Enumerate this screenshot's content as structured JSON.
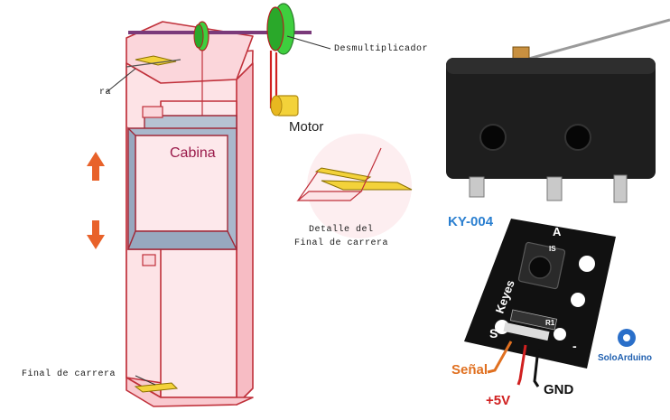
{
  "elevator": {
    "label_ra": "ra",
    "label_desmultiplicador": "Desmultiplicador",
    "label_motor": "Motor",
    "label_cabina": "Cabina",
    "label_detalle_1": "Detalle del",
    "label_detalle_2": "Final de carrera",
    "label_final_carrera": "Final de carrera"
  },
  "module": {
    "title": "KY-004",
    "silk_keyes": "Keyes",
    "silk_a": "A",
    "silk_s": "S",
    "silk_minus": "-",
    "silk_is": "IS",
    "silk_r1": "R1",
    "pin_signal": "Señal",
    "pin_vcc": "+5V",
    "pin_gnd": "GND",
    "brand": "SoloArduino"
  },
  "colors": {
    "shaft_pink": "#fde3e6",
    "shaft_outline": "#c0303a",
    "cabin_blue": "#a9b8cc",
    "pulley_green": "#3ecf3e",
    "motor_yellow": "#f3d23a",
    "arrow_orange": "#e8622a",
    "switch_black": "#1e1e1e",
    "pcb_black": "#111111",
    "wire_orange": "#e07020",
    "wire_red": "#d02020",
    "wire_black": "#111111"
  }
}
